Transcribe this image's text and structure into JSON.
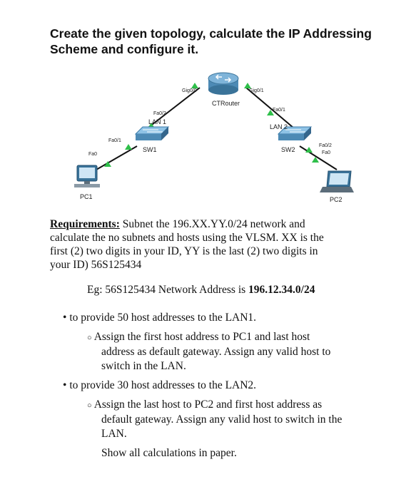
{
  "title": "Create the given topology, calculate the IP Addressing Scheme and configure it.",
  "topology": {
    "router": "CTRouter",
    "router_left_port": "Gig0/0",
    "router_right_port": "Gig0/1",
    "lan1": "LAN 1",
    "lan2": "LAN 2",
    "sw1": "SW1",
    "sw2": "SW2",
    "sw1_up_port": "Fa0/2",
    "sw1_down_port": "Fa0/1",
    "sw2_up_port": "Fa0/1",
    "sw2_down_port": "Fa0/2",
    "pc1": "PC1",
    "pc1_port": "Fa0",
    "pc2": "PC2",
    "pc2_port": "Fa0"
  },
  "requirements": {
    "heading": "Requirements:",
    "line1": " Subnet the 196.XX.YY.0/24 network and",
    "line2": "calculate the no subnets and hosts using the VLSM. XX is the",
    "line3": "first (2) two digits in your ID, YY is the last (2) two digits in",
    "line4": "your ID) 56S125434",
    "example_prefix": "Eg: 56S125434 Network Address is ",
    "example_bold": "196.12.34.0/24"
  },
  "lan1_bullet": "to provide 50 host addresses to the LAN1.",
  "lan1_sub_line1": "Assign the first host address to PC1 and last host",
  "lan1_sub_line2": "address as default gateway. Assign any valid host to",
  "lan1_sub_line3": "switch in the LAN.",
  "lan2_bullet": "to provide 30 host addresses to the LAN2.",
  "lan2_sub_line1": "Assign the last host to PC2 and first host address as",
  "lan2_sub_line2": "default gateway. Assign any valid host to switch in the",
  "lan2_sub_line3": "LAN.",
  "closing": "Show all calculations in paper."
}
